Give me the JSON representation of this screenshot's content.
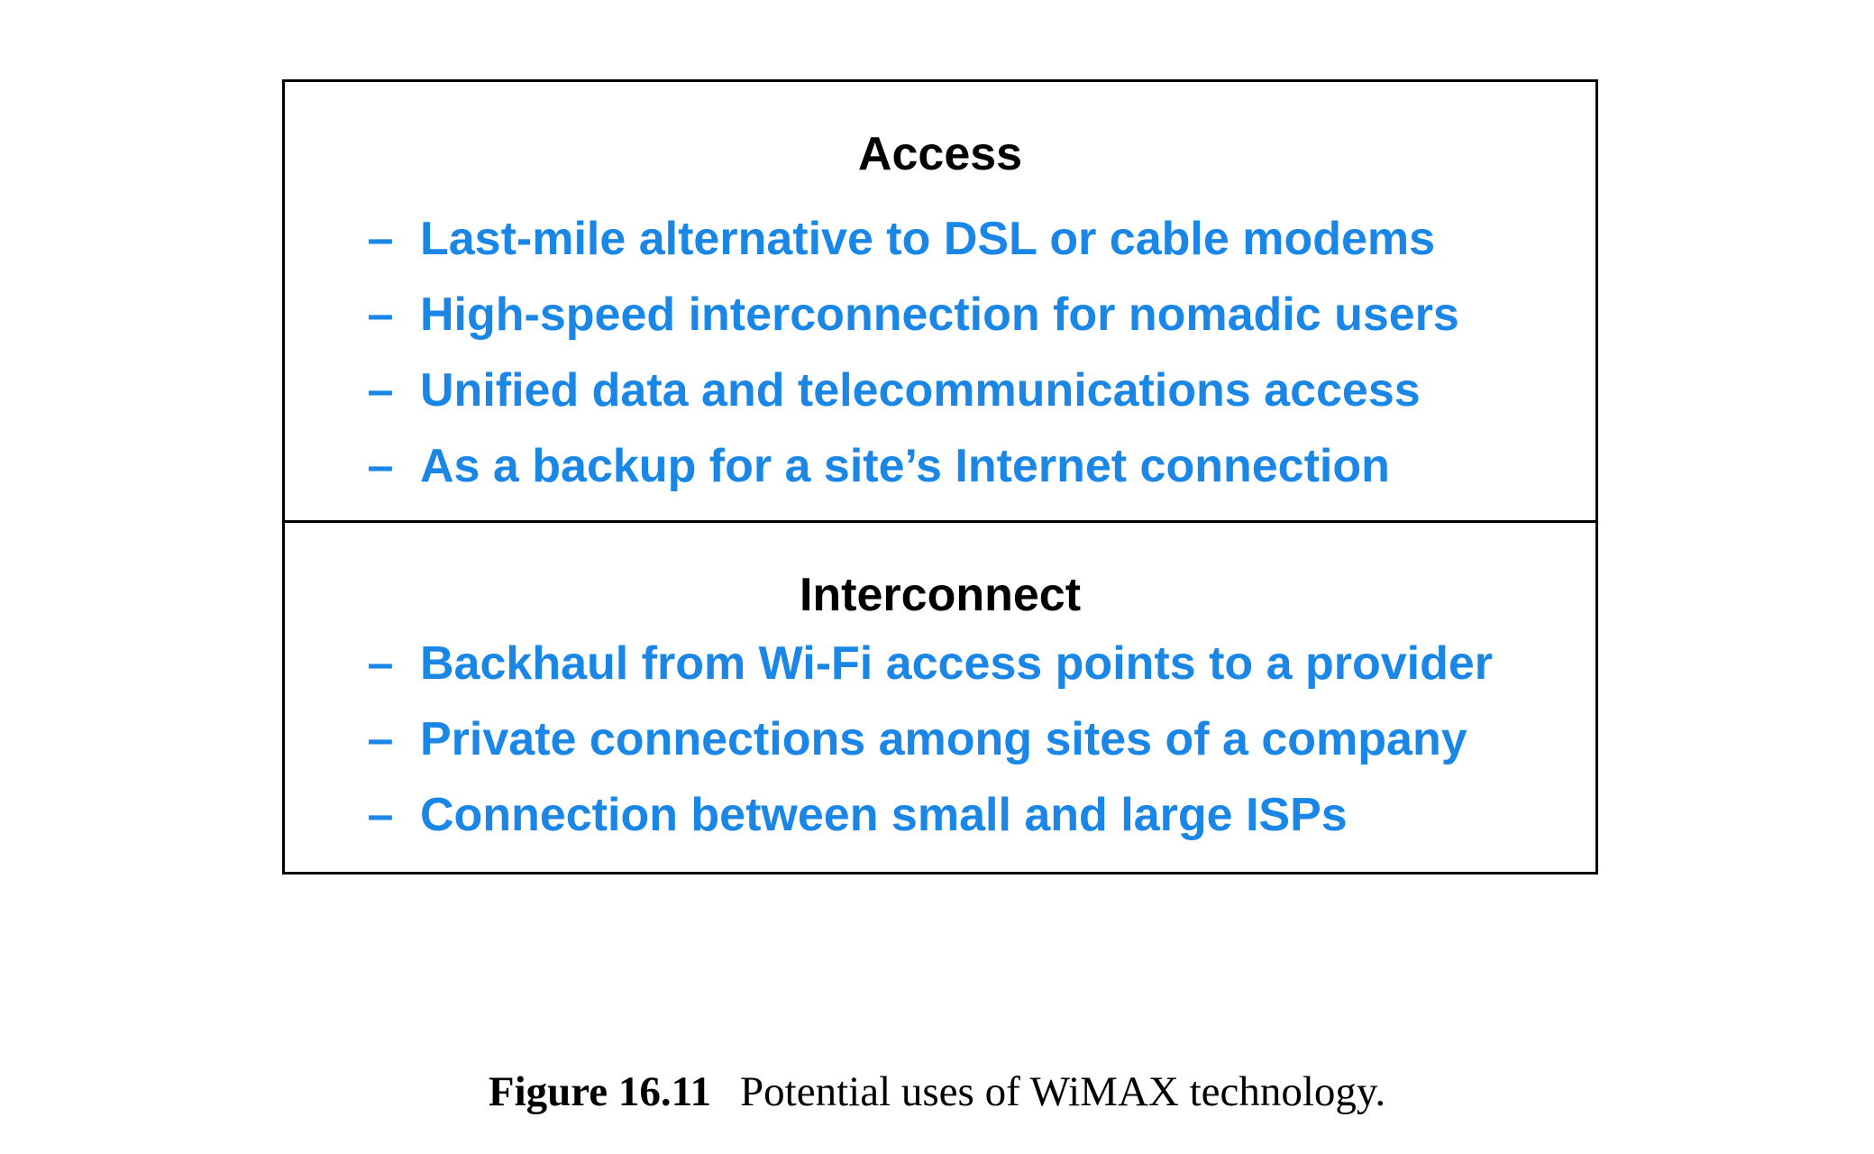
{
  "sections": [
    {
      "title": "Access",
      "items": [
        "Last-mile alternative to DSL or cable modems",
        "High-speed interconnection for nomadic users",
        "Unified data and telecommunications access",
        "As a backup for a site’s Internet connection"
      ]
    },
    {
      "title": "Interconnect",
      "items": [
        "Backhaul from Wi-Fi access points to a provider",
        "Private connections among sites of a company",
        "Connection between small and large ISPs"
      ]
    }
  ],
  "bullet": "–",
  "colors": {
    "bullet_text": "#1a86e6",
    "title_text": "#000000",
    "border": "#000000"
  },
  "caption": {
    "label": "Figure 16.11",
    "text": "Potential uses of WiMAX technology."
  }
}
